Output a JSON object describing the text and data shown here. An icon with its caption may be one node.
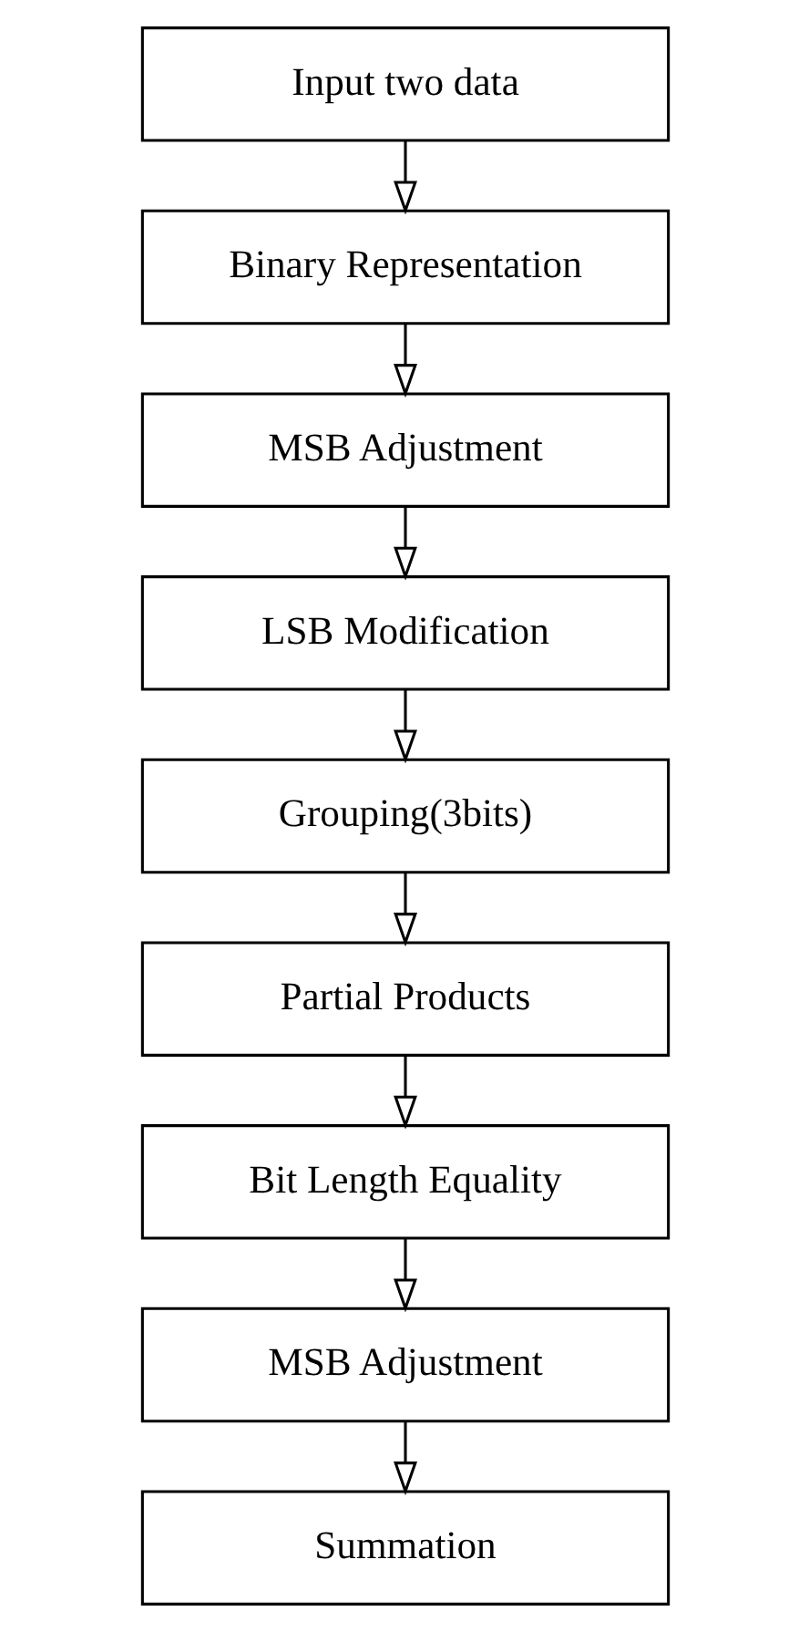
{
  "diagram": {
    "nodes": [
      {
        "text": [
          "Input two data"
        ]
      },
      {
        "text": [
          "Binary Representation"
        ]
      },
      {
        "text": [
          "MSB Adjustment"
        ]
      },
      {
        "text": [
          "LSB Modification"
        ]
      },
      {
        "text": [
          "Grouping(3bits)"
        ]
      },
      {
        "text": [
          "Partial Products"
        ]
      },
      {
        "text": [
          "Bit Length Equality"
        ]
      },
      {
        "text": [
          "MSB Adjustment"
        ]
      },
      {
        "text": [
          "Summation"
        ]
      }
    ],
    "edges": [
      {
        "from": 0,
        "to": 1,
        "arrow": "to"
      },
      {
        "from": 1,
        "to": 2,
        "arrow": "to"
      },
      {
        "from": 2,
        "to": 3,
        "arrow": "to"
      },
      {
        "from": 3,
        "to": 4,
        "arrow": "to"
      },
      {
        "from": 4,
        "to": 5,
        "arrow": "to"
      },
      {
        "from": 5,
        "to": 6,
        "arrow": "to"
      },
      {
        "from": 6,
        "to": 7,
        "arrow": "to"
      },
      {
        "from": 7,
        "to": 8,
        "arrow": "to"
      }
    ]
  }
}
